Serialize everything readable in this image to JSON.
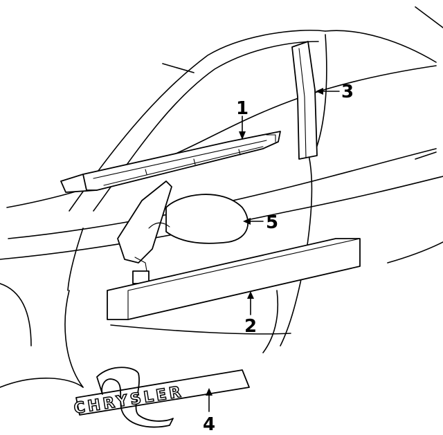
{
  "callouts": {
    "c1": "1",
    "c2": "2",
    "c3": "3",
    "c4": "4",
    "c5": "5"
  },
  "emblem": {
    "text": "CHRYSLER"
  }
}
